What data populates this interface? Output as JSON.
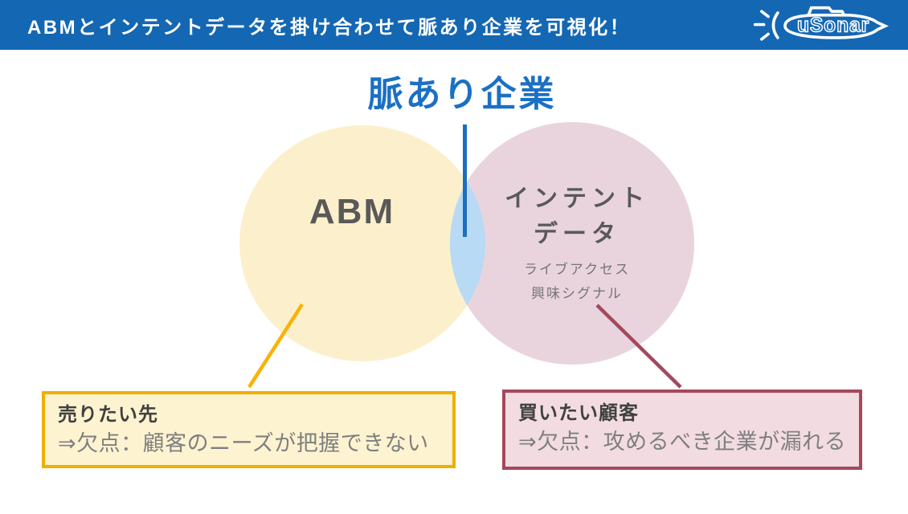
{
  "header": {
    "title": "ABMとインテントデータを掛け合わせて脈あり企業を可視化！",
    "bg_color": "#1467B3",
    "logo_text": "uSonar"
  },
  "diagram": {
    "title": "脈あり企業",
    "title_color": "#1B70C4",
    "left_circle": {
      "label": "ABM",
      "fill": "#FCF0CC",
      "text_color": "#595959"
    },
    "right_circle": {
      "label_line1": "インテント",
      "label_line2": "データ",
      "sub_line1": "ライブアクセス",
      "sub_line2": "興味シグナル",
      "fill": "#E9D4DD",
      "text_color": "#595959"
    },
    "overlap_fill": "#B8DAF4",
    "connector_blue": "#1B6FC1",
    "connector_gold": "#FCB103",
    "connector_maroon": "#A4485E"
  },
  "callouts": {
    "left": {
      "title": "売りたい先",
      "body": "⇒欠点：顧客のニーズが把握できない",
      "border_color": "#EFAF00",
      "fill": "#FDF3D1"
    },
    "right": {
      "title": "買いたい顧客",
      "body": "⇒欠点：攻めるべき企業が漏れる",
      "border_color": "#A4485E",
      "fill": "#F2DCE2"
    }
  }
}
